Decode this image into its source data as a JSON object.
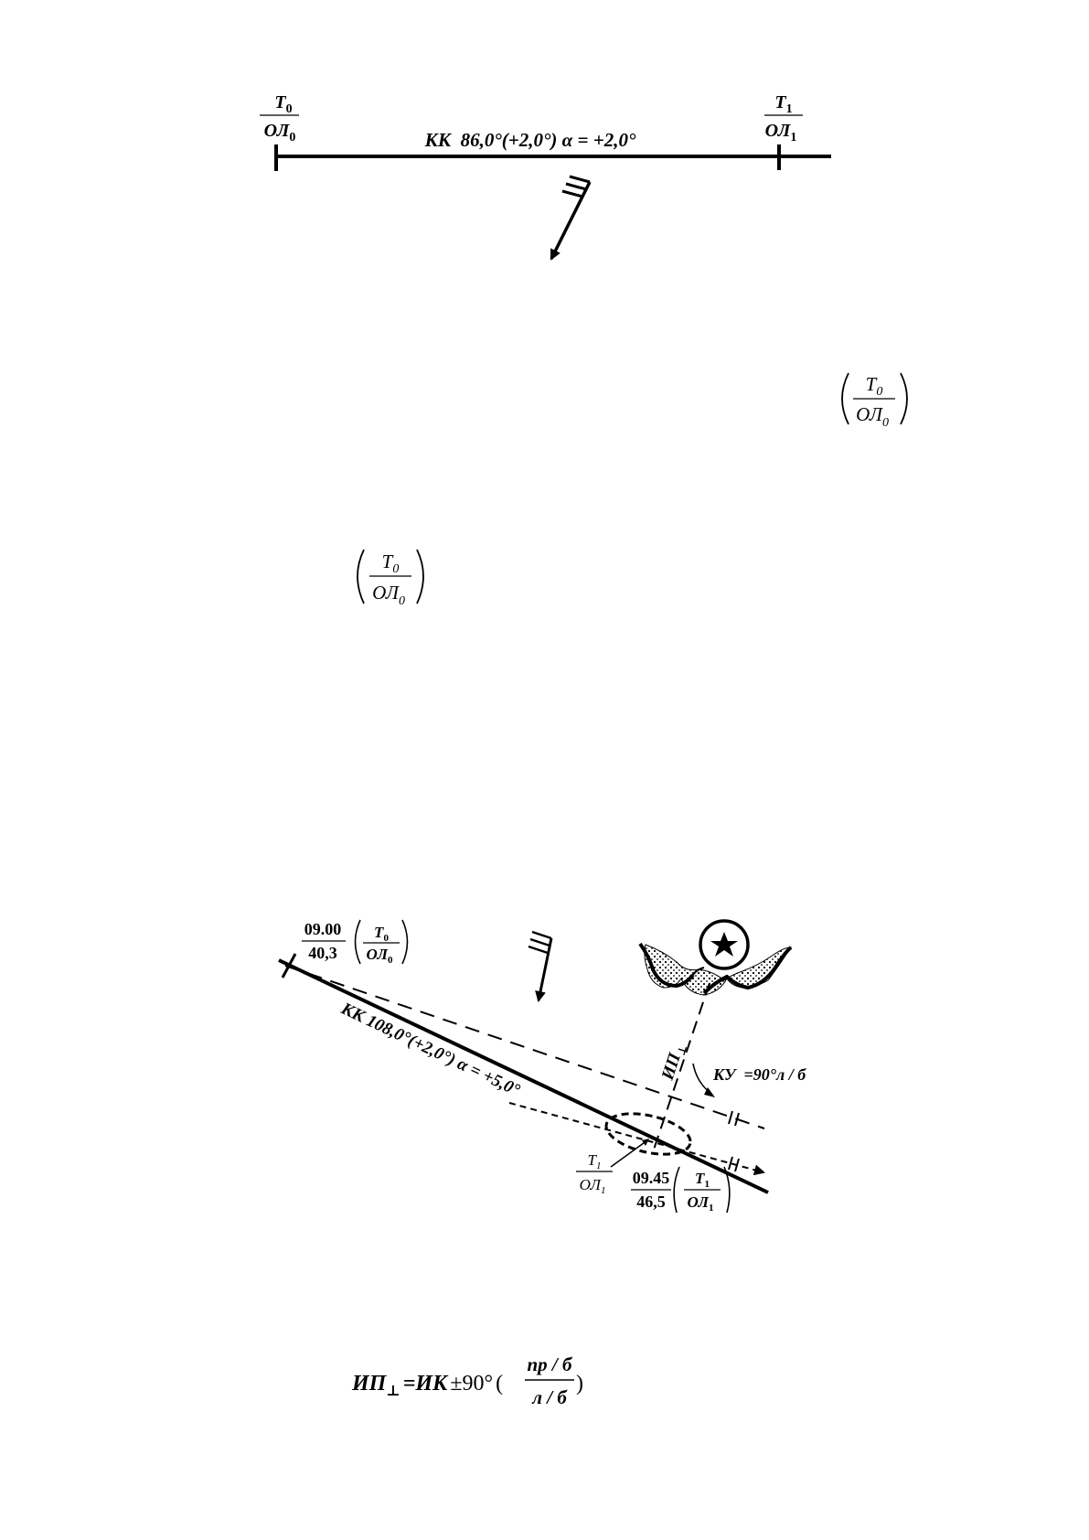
{
  "fig1": {
    "start": {
      "top": "T",
      "top_sub": "0",
      "bottom": "ОЛ",
      "bottom_sub": "0"
    },
    "end": {
      "top": "T",
      "top_sub": "1",
      "bottom": "ОЛ",
      "bottom_sub": "1"
    },
    "course_label": "КК  86,0°(+2,0°) α = +2,0°"
  },
  "inline_formula_1": {
    "top": "T",
    "top_sub": "0",
    "bottom": "ОЛ",
    "bottom_sub": "0"
  },
  "inline_formula_2": {
    "top": "T",
    "top_sub": "0",
    "bottom": "ОЛ",
    "bottom_sub": "0"
  },
  "fig2": {
    "start_time": "09.00",
    "start_dist": "40,3",
    "start_point": {
      "top": "T",
      "top_sub": "0",
      "bottom": "ОЛ",
      "bottom_sub": "0"
    },
    "course_label": "КК 108,0°(+2,0°) α = +5,0°",
    "bearing_label": "ИП",
    "bearing_sub": "⊥",
    "heading_angle": "КУ  =90°л / б",
    "fix_point": {
      "top": "T",
      "top_sub": "1",
      "bottom": "ОЛ",
      "bottom_sub": "1"
    },
    "end_time": "09.45",
    "end_dist": "46,5",
    "end_point": {
      "top": "T",
      "top_sub": "1",
      "bottom": "ОЛ",
      "bottom_sub": "1"
    }
  },
  "formula": {
    "lhs": "ИП",
    "lhs_sub": "⊥",
    "eq": "=",
    "rhs_main": "ИК",
    "pm": "±90°",
    "frac_top": "пр / б",
    "frac_bottom": "л / б"
  }
}
